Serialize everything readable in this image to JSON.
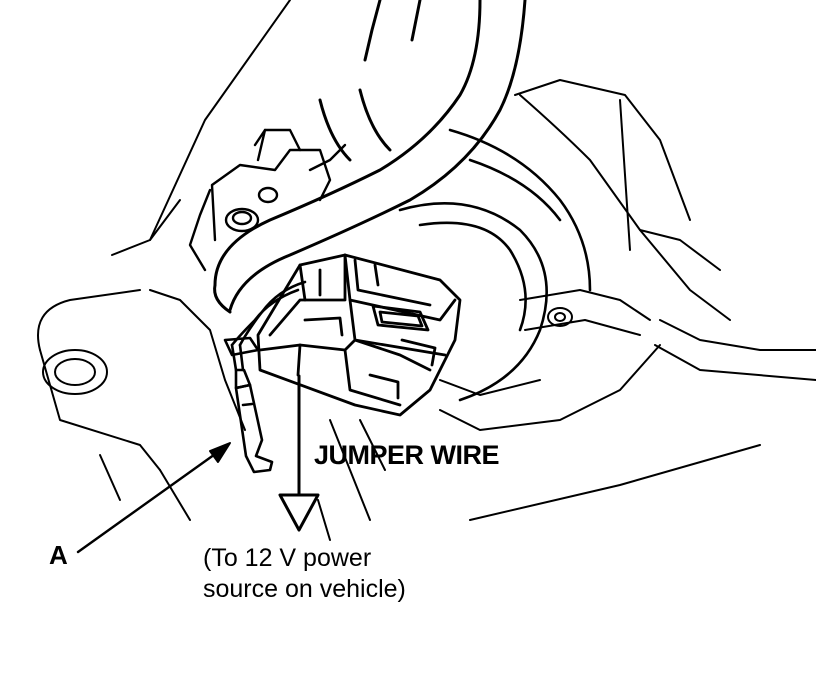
{
  "labels": {
    "jumper_wire": "JUMPER WIRE",
    "callout_a": "A",
    "power_source_line1": "(To 12 V power",
    "power_source_line2": "source on vehicle)"
  },
  "colors": {
    "ink": "#000000",
    "paper": "#ffffff"
  }
}
